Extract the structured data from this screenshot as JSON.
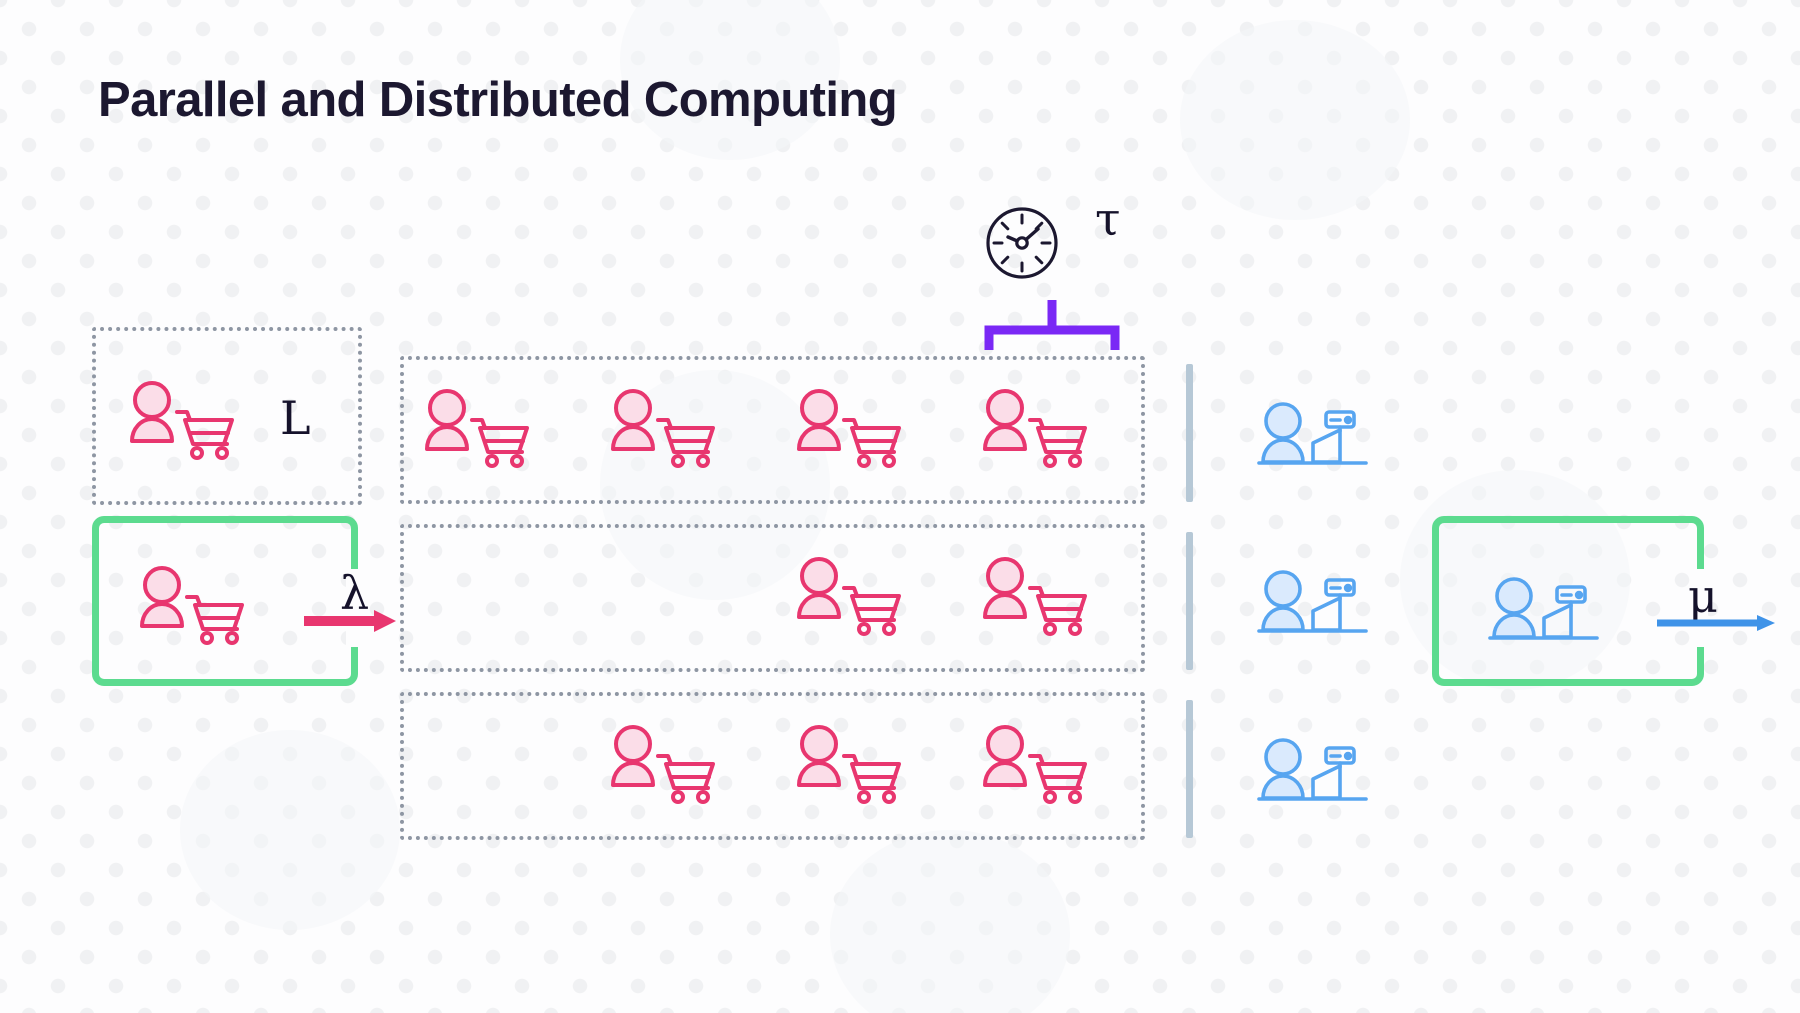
{
  "page": {
    "title": "Parallel and Distributed Computing",
    "background_color": "#fdfdfe",
    "title_color": "#1c1830"
  },
  "colors": {
    "customer_stroke": "#e8366f",
    "customer_fill": "#fbdde8",
    "server_stroke": "#57a5f0",
    "server_fill": "#daeafd",
    "green_bracket": "#5cdb8f",
    "purple_brace": "#7a28f5",
    "divider": "#b6c8d6",
    "dotted_border": "#8e96a3",
    "pink_arrow": "#e8366f",
    "blue_arrow": "#3f93e8",
    "clock_stroke": "#1c1830"
  },
  "annotations": {
    "L": {
      "symbol": "L",
      "name": "queue-length-symbol"
    },
    "lambda": {
      "symbol": "λ",
      "name": "arrival-rate-symbol"
    },
    "mu": {
      "symbol": "μ",
      "name": "service-rate-symbol"
    },
    "tau": {
      "symbol": "τ",
      "name": "service-time-symbol"
    }
  },
  "legend_box": {
    "label": "L",
    "icon": "customer-icon",
    "border_style": "dotted"
  },
  "arrival_box": {
    "label": "λ",
    "icon": "customer-icon",
    "border_style": "green-bracket",
    "arrow": "pink-right-arrow"
  },
  "service_box": {
    "label": "μ",
    "icon": "cashier-icon",
    "border_style": "green-bracket",
    "arrow": "blue-right-arrow"
  },
  "timer": {
    "icon": "clock-icon",
    "label": "τ",
    "brace": "purple-brace"
  },
  "chart_data": {
    "type": "diagram",
    "title": "Parallel and Distributed Computing",
    "subtype": "queueing-network",
    "queues": [
      {
        "index": 1,
        "customer_count": 4,
        "slots": [
          1,
          1,
          1,
          1
        ]
      },
      {
        "index": 2,
        "customer_count": 2,
        "slots": [
          0,
          0,
          1,
          1
        ]
      },
      {
        "index": 3,
        "customer_count": 3,
        "slots": [
          0,
          1,
          1,
          1
        ]
      }
    ],
    "servers": [
      {
        "index": 1,
        "icon": "cashier-icon"
      },
      {
        "index": 2,
        "icon": "cashier-icon"
      },
      {
        "index": 3,
        "icon": "cashier-icon"
      }
    ],
    "slot_count": 4,
    "symbols": {
      "arrival_rate": "λ",
      "service_rate": "μ",
      "service_time": "τ",
      "queue_length": "L"
    }
  },
  "queues": [
    {
      "name": "queue-row-1",
      "customers": 4,
      "filled_slots": [
        0,
        1,
        2,
        3
      ]
    },
    {
      "name": "queue-row-2",
      "customers": 2,
      "filled_slots": [
        2,
        3
      ]
    },
    {
      "name": "queue-row-3",
      "customers": 3,
      "filled_slots": [
        1,
        2,
        3
      ]
    }
  ]
}
